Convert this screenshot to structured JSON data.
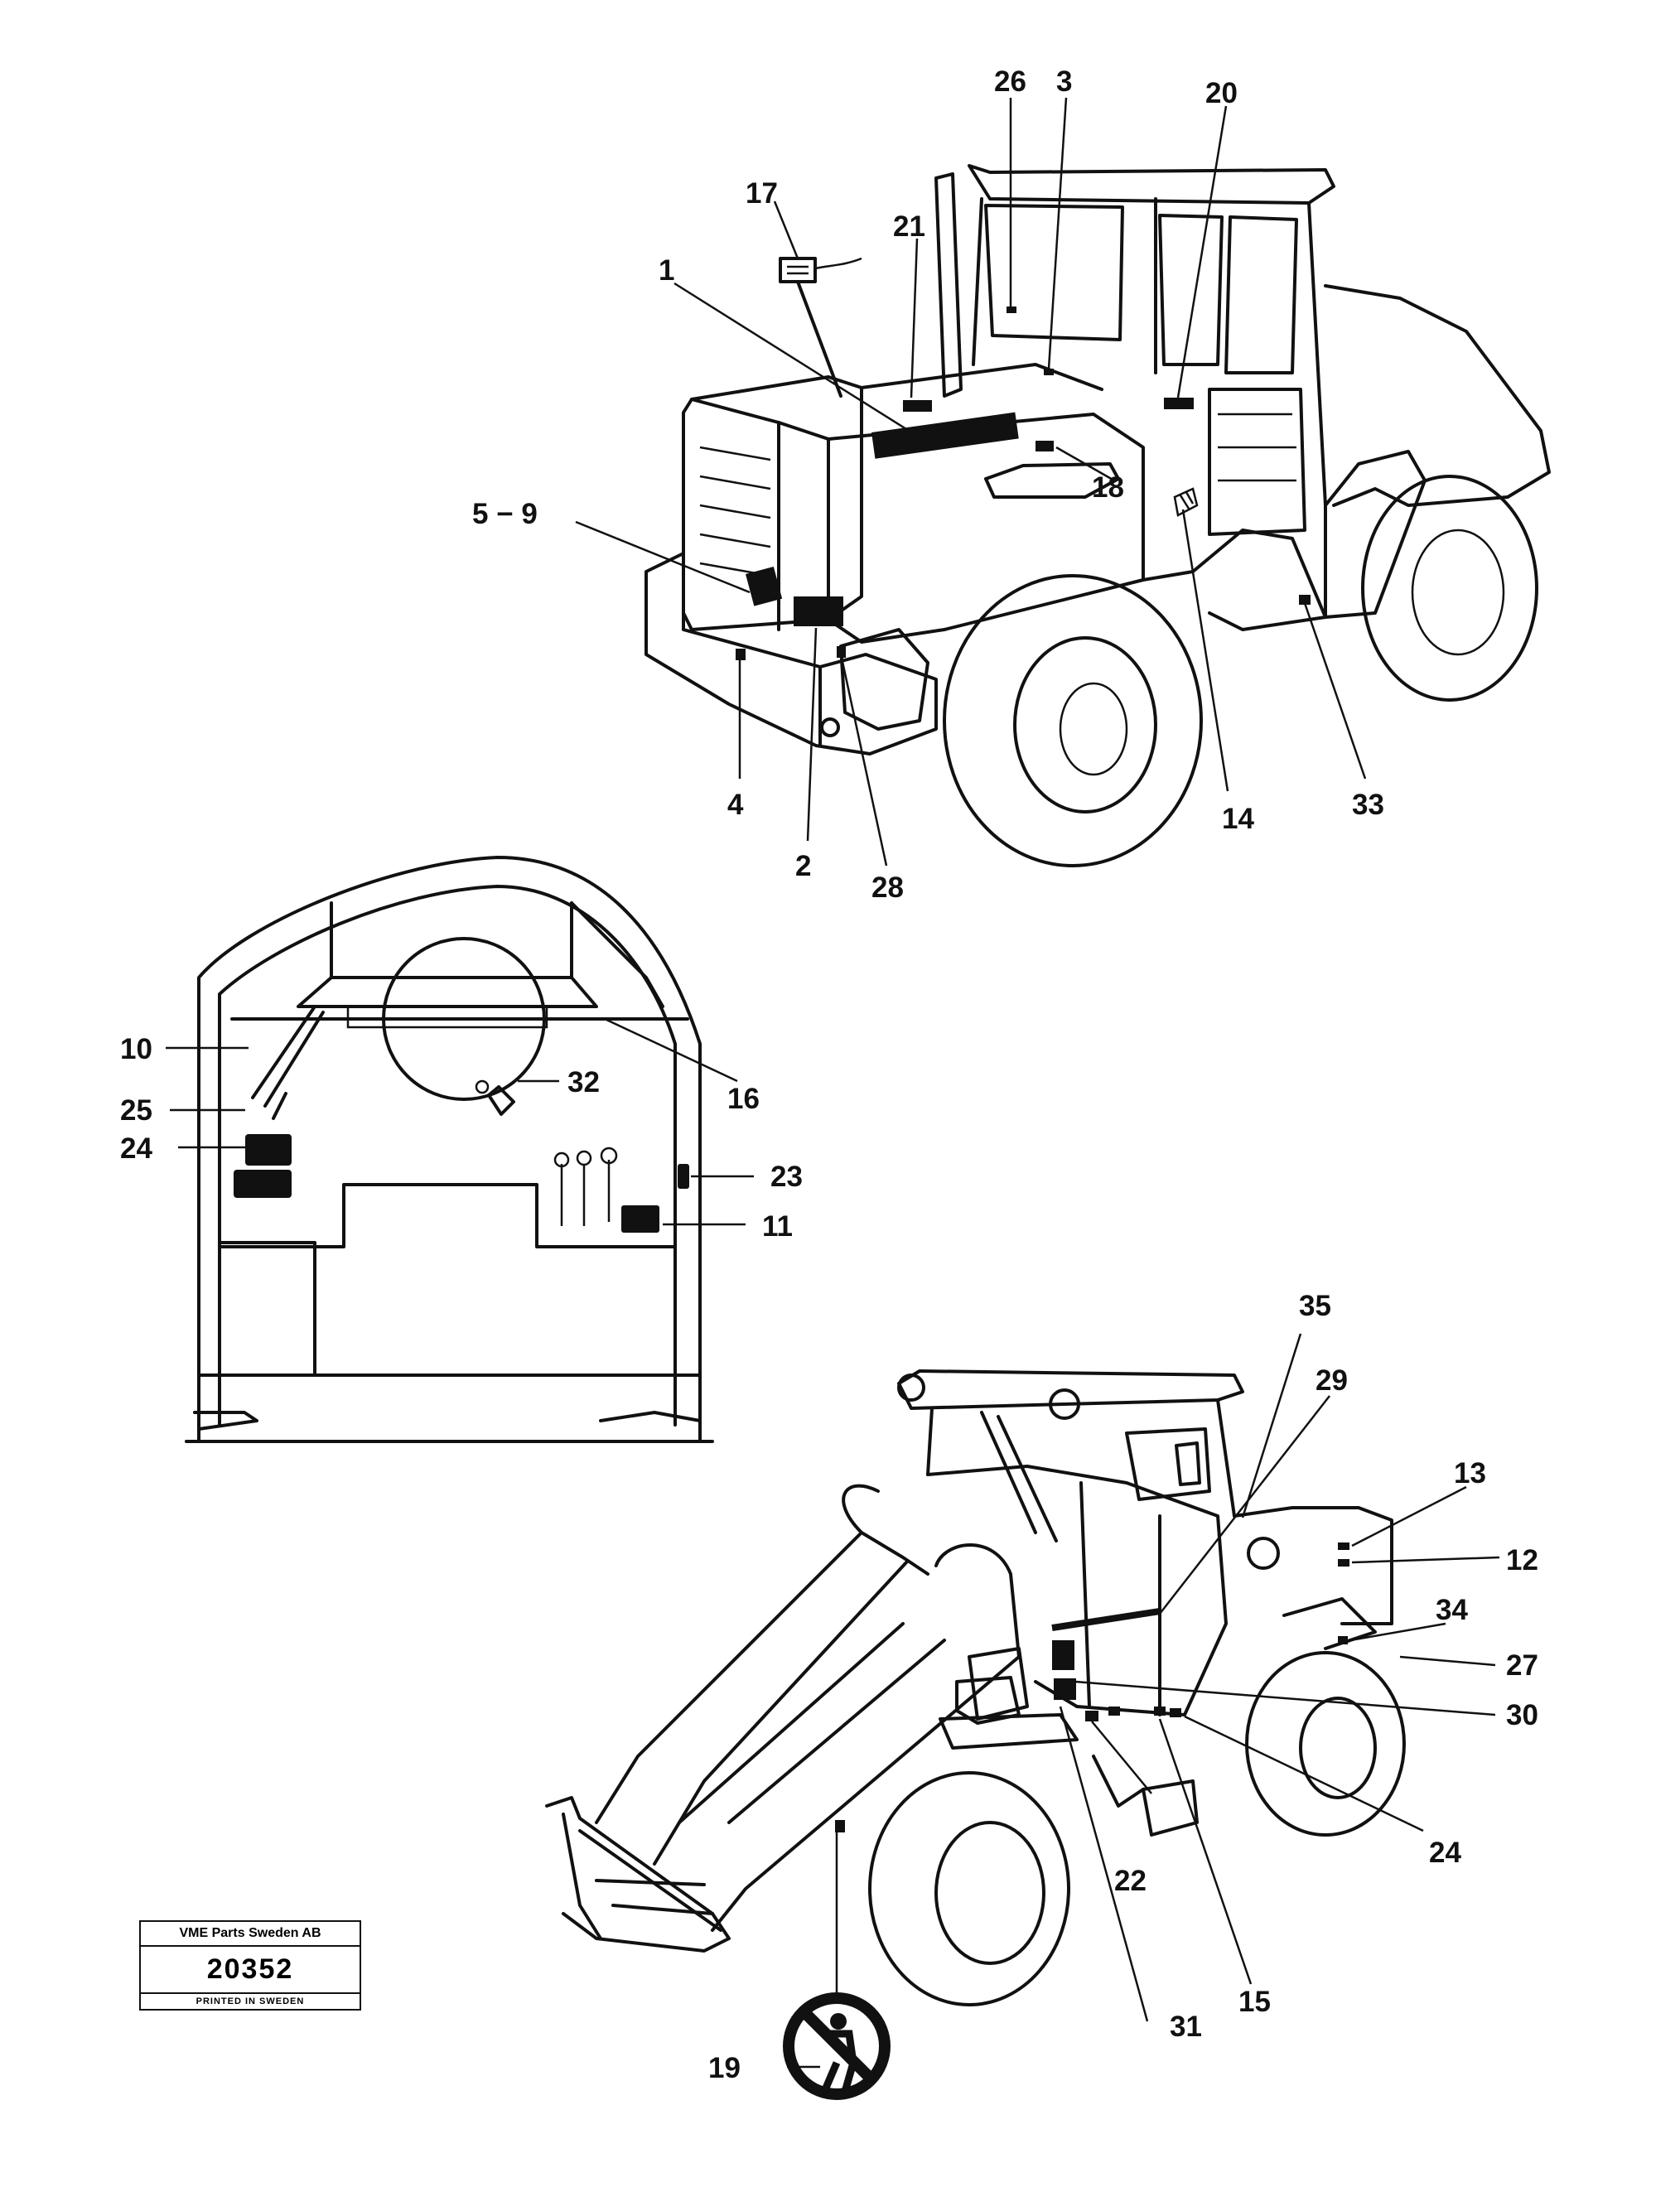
{
  "figure": {
    "callouts": {
      "c1": "1",
      "c2": "2",
      "c3": "3",
      "c4": "4",
      "c5_9": "5 − 9",
      "c10": "10",
      "c11": "11",
      "c12": "12",
      "c13": "13",
      "c14": "14",
      "c15": "15",
      "c16": "16",
      "c17": "17",
      "c18": "18",
      "c19": "19",
      "c20": "20",
      "c21": "21",
      "c22": "22",
      "c23": "23",
      "c24a": "24",
      "c24b": "24",
      "c25": "25",
      "c26": "26",
      "c27": "27",
      "c28": "28",
      "c29": "29",
      "c30": "30",
      "c31": "31",
      "c32": "32",
      "c33": "33",
      "c34": "34",
      "c35": "35"
    }
  },
  "stamp": {
    "company": "VME Parts Sweden AB",
    "number": "20352",
    "printed": "PRINTED IN SWEDEN"
  }
}
